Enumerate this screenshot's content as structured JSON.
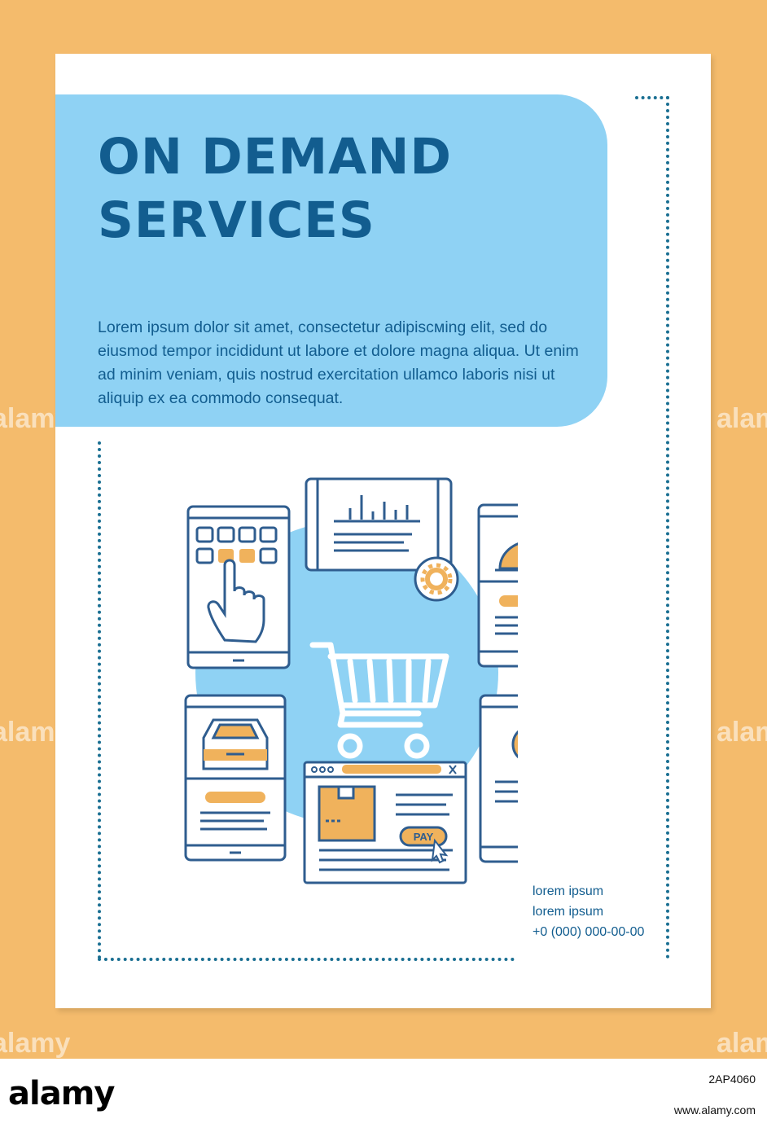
{
  "poster": {
    "title": "ON DEMAND\nSERVICES",
    "body": "Lorem ipsum dolor sit amet, consectetur adipiscмing elit, sed do eiusmod tempor incididunt ut labore et dolore magna aliqua. Ut enim ad minim veniam, quis nostrud exercitation ullamco laboris nisi ut aliquip ex ea commodo consequat.",
    "pay_label": "PAY",
    "contact": [
      "lorem ipsum",
      "lorem ipsum",
      "+0 (000) 000-00-00"
    ]
  },
  "watermark": "alamy",
  "footer": {
    "brand": "alamy",
    "image_id": "2AP4060",
    "site": "www.alamy.com"
  },
  "colors": {
    "background": "#f4bb6c",
    "accent_blue": "#8fd2f4",
    "dark_blue": "#125d8f",
    "orange": "#f0b25c"
  },
  "icons": [
    "tablet-keypad-icon",
    "pointing-hand-icon",
    "chart-tablet-icon",
    "gear-icon",
    "food-cloche-icon",
    "shopping-cart-icon",
    "car-icon",
    "browser-window-icon",
    "package-box-icon",
    "cursor-icon",
    "medical-plus-icon"
  ]
}
